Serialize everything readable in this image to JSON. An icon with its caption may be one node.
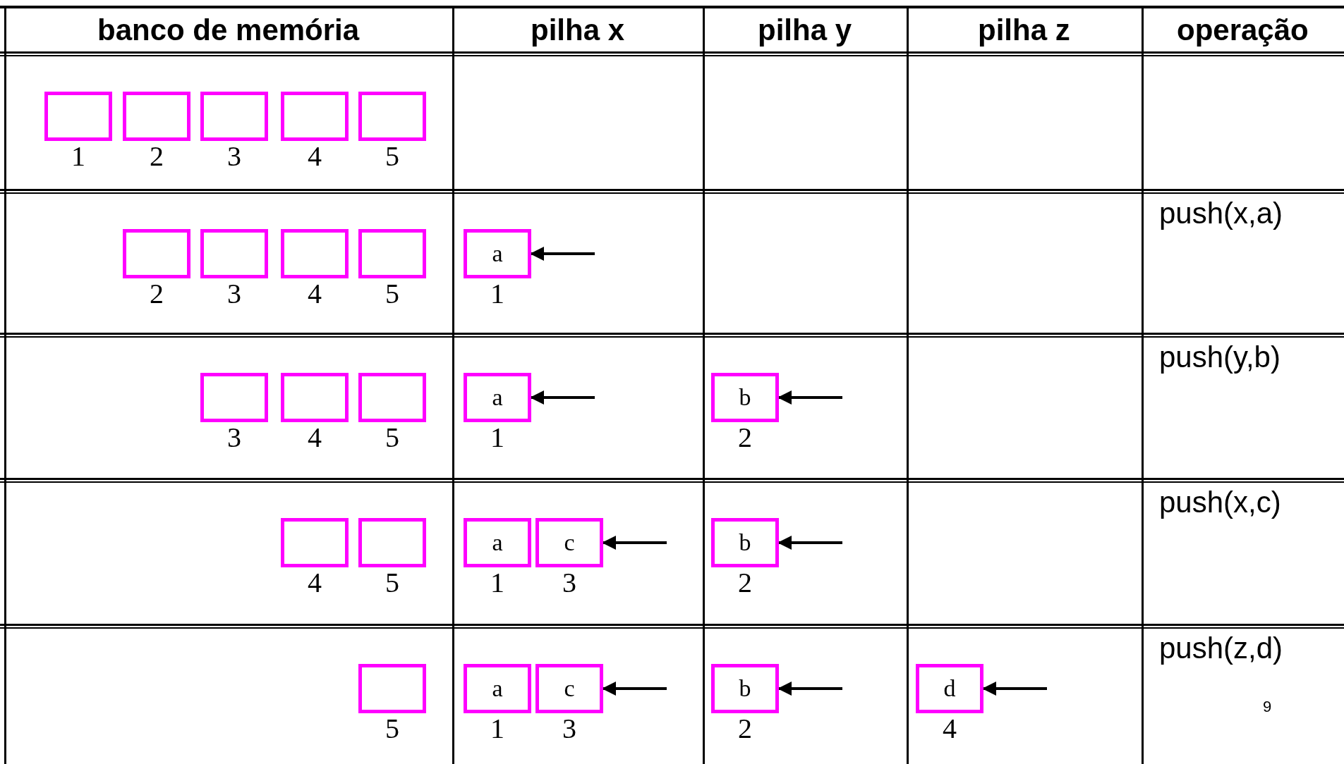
{
  "diagram": {
    "nodes": [
      {
        "text": [],
        "shape": "box",
        "beside": [
          "1"
        ]
      },
      {
        "text": [],
        "shape": "box",
        "beside": [
          "2"
        ]
      },
      {
        "text": [],
        "shape": "box",
        "beside": [
          "3"
        ]
      },
      {
        "text": [],
        "shape": "box",
        "beside": [
          "4"
        ]
      },
      {
        "text": [],
        "shape": "box",
        "beside": [
          "5"
        ]
      },
      {
        "text": [],
        "shape": "box",
        "beside": [
          "2"
        ]
      },
      {
        "text": [],
        "shape": "box",
        "beside": [
          "3"
        ]
      },
      {
        "text": [],
        "shape": "box",
        "beside": [
          "4"
        ]
      },
      {
        "text": [],
        "shape": "box",
        "beside": [
          "5"
        ]
      },
      {
        "text": [
          "a"
        ],
        "beside": [
          "1"
        ]
      },
      {
        "text": [],
        "shape": "box",
        "beside": [
          "3"
        ]
      },
      {
        "text": [],
        "shape": "box",
        "beside": [
          "4"
        ]
      },
      {
        "text": [],
        "shape": "box",
        "beside": [
          "5"
        ]
      },
      {
        "text": [
          "a"
        ],
        "beside": [
          "1"
        ]
      },
      {
        "text": [
          "b"
        ],
        "beside": [
          "2"
        ]
      },
      {
        "text": [],
        "shape": "box",
        "beside": [
          "4"
        ]
      },
      {
        "text": [],
        "shape": "box",
        "beside": [
          "5"
        ]
      },
      {
        "text": [
          "a"
        ],
        "beside": [
          "1"
        ]
      },
      {
        "text": [
          "c"
        ],
        "beside": [
          "3"
        ]
      },
      {
        "text": [
          "b"
        ],
        "beside": [
          "2"
        ]
      },
      {
        "text": [],
        "shape": "box",
        "beside": [
          "5"
        ]
      },
      {
        "text": [
          "a"
        ],
        "beside": [
          "1"
        ]
      },
      {
        "text": [
          "c"
        ],
        "beside": [
          "3"
        ]
      },
      {
        "text": [
          "b"
        ],
        "beside": [
          "2"
        ]
      },
      {
        "text": [
          "d"
        ],
        "beside": [
          "4"
        ]
      }
    ],
    "edges": [
      {
        "from": null,
        "to": 9,
        "arrow": "to"
      },
      {
        "from": null,
        "to": 13,
        "arrow": "to"
      },
      {
        "from": null,
        "to": 14,
        "arrow": "to"
      },
      {
        "from": null,
        "to": 18,
        "arrow": "to"
      },
      {
        "from": null,
        "to": 19,
        "arrow": "to"
      },
      {
        "from": null,
        "to": 22,
        "arrow": "to"
      },
      {
        "from": null,
        "to": 23,
        "arrow": "to"
      },
      {
        "from": null,
        "to": 24,
        "arrow": "to"
      }
    ],
    "labels": [
      "banco de memória",
      "pilha x",
      "pilha y",
      "pilha z",
      "operação",
      "push(x,a)",
      "push(y,b)",
      "push(x,c)",
      "push(z,d)",
      "9"
    ]
  }
}
